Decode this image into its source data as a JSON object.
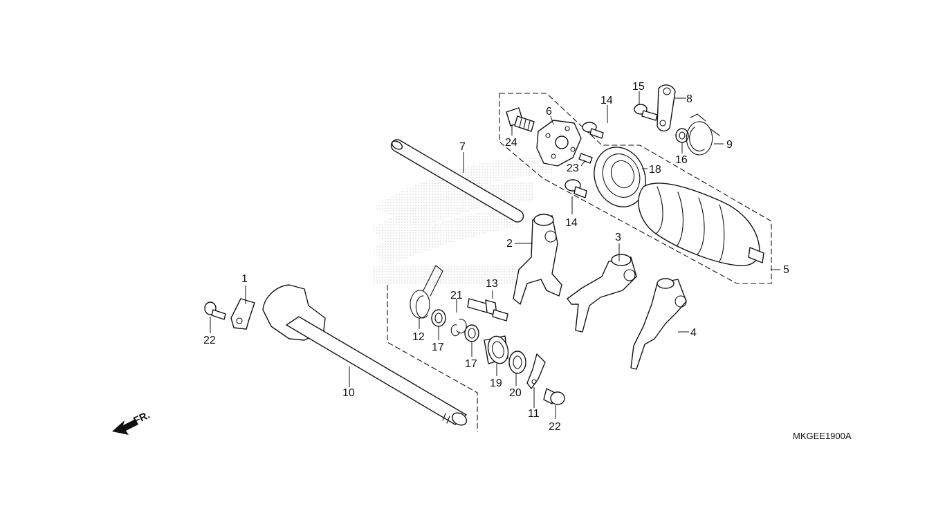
{
  "diagram": {
    "code": "MKGEE1900A",
    "front_label": "FR.",
    "callouts": [
      "1",
      "2",
      "3",
      "4",
      "5",
      "6",
      "7",
      "8",
      "9",
      "10",
      "11",
      "12",
      "13",
      "14",
      "14",
      "15",
      "16",
      "17",
      "17",
      "18",
      "19",
      "20",
      "21",
      "22",
      "22",
      "23",
      "24"
    ]
  },
  "colors": {
    "ink": "#111111",
    "paper": "#ffffff",
    "watermark": "#c8c8c8"
  },
  "icons": [
    "front-direction-arrow-icon"
  ]
}
